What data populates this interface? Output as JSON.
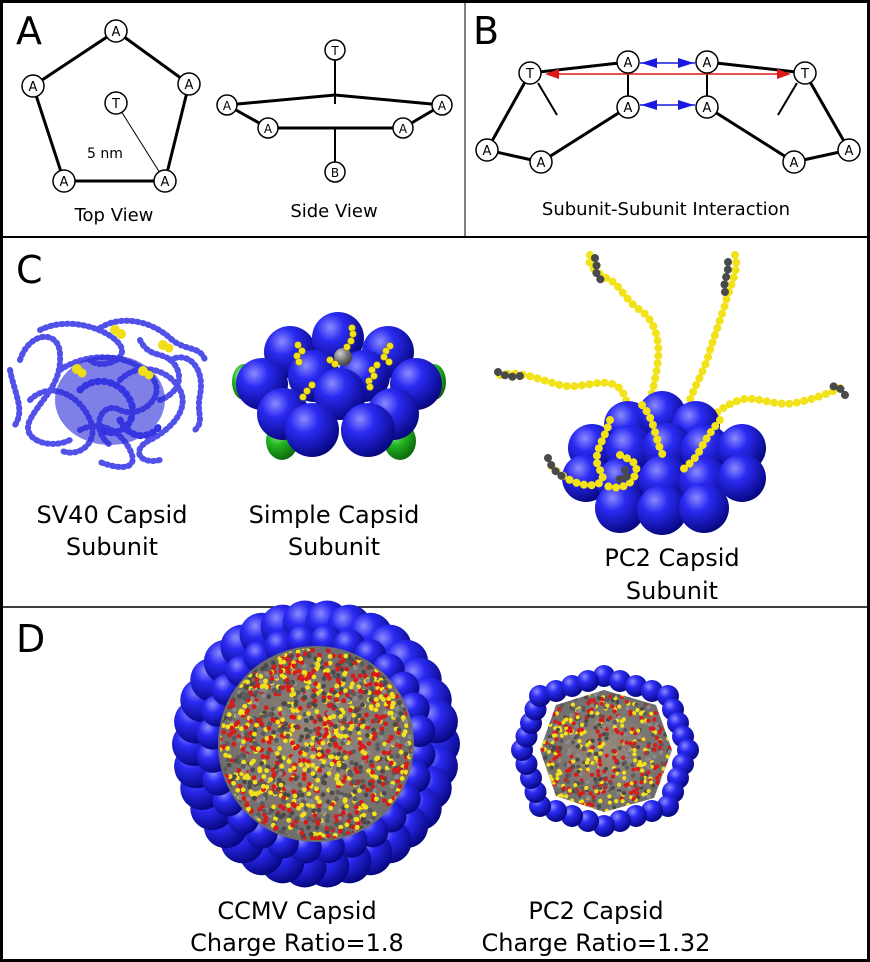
{
  "panels": {
    "a": {
      "letter": "A",
      "top_view_caption": "Top View",
      "side_view_caption": "Side View",
      "scale_label": "5 nm",
      "bead_a": "A",
      "bead_t": "T",
      "bead_b": "B"
    },
    "b": {
      "letter": "B",
      "caption": "Subunit-Subunit Interaction",
      "bead_a": "A",
      "bead_t": "T"
    },
    "c": {
      "letter": "C",
      "captions": [
        {
          "line1": "SV40 Capsid",
          "line2": "Subunit"
        },
        {
          "line1": "Simple Capsid",
          "line2": "Subunit"
        },
        {
          "line1": "PC2 Capsid",
          "line2": "Subunit"
        }
      ]
    },
    "d": {
      "letter": "D",
      "captions": [
        {
          "line1": "CCMV Capsid",
          "line2": "Charge Ratio=1.8"
        },
        {
          "line1": "PC2 Capsid",
          "line2": "Charge Ratio=1.32"
        }
      ]
    }
  },
  "colors": {
    "capsid_blue": "#1a1ae0",
    "tail_yellow": "#f2e21a",
    "tail_gray": "#4a4a4a",
    "rna_red": "#d81a1a",
    "end_green": "#1fae1f",
    "interaction_red": "#e01818",
    "interaction_blue": "#1818e0"
  }
}
